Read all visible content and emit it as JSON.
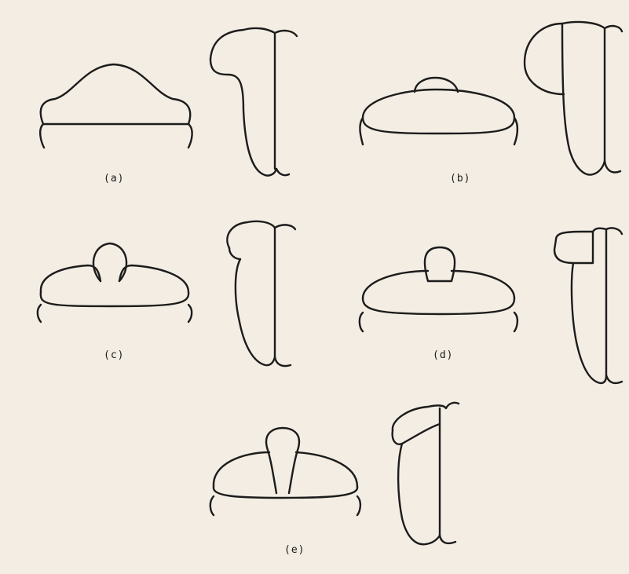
{
  "figure": {
    "panels": [
      {
        "id": "a",
        "label": "(a)"
      },
      {
        "id": "b",
        "label": "(b)"
      },
      {
        "id": "c",
        "label": "(c)"
      },
      {
        "id": "d",
        "label": "(d)"
      },
      {
        "id": "e",
        "label": "(e)"
      }
    ]
  },
  "colors": {
    "paper": "#f3ede3",
    "ink": "#1c1c1c"
  }
}
